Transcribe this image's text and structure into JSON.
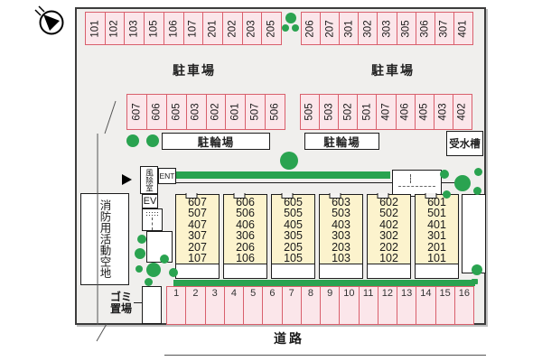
{
  "colors": {
    "site_bg": "#f0efed",
    "parking_fill": "#fbe6ea",
    "parking_border": "#d95f6c",
    "unit_fill": "#fcf3cd",
    "green": "#2aa350",
    "line": "#1c1c1c"
  },
  "parking_top": {
    "left_spaces": [
      "101",
      "102",
      "103",
      "105",
      "106",
      "107",
      "201",
      "202",
      "203",
      "205"
    ],
    "right_spaces": [
      "206",
      "207",
      "301",
      "302",
      "303",
      "305",
      "306",
      "307",
      "401"
    ],
    "left_label": "駐車場",
    "right_label": "駐車場"
  },
  "parking_mid": {
    "left_spaces": [
      "607",
      "606",
      "605",
      "603",
      "602",
      "601",
      "507",
      "506"
    ],
    "right_spaces": [
      "505",
      "503",
      "502",
      "501",
      "407",
      "406",
      "405",
      "403",
      "402"
    ]
  },
  "bicycle": {
    "left_label": "駐輪場",
    "right_label": "駐輪場"
  },
  "water_tank_label": "受水槽",
  "entrance": {
    "windbreak_label": "風除室",
    "ent_label": "ENT",
    "elevator_label": "EV"
  },
  "fire_space_label": "消防用活動空地",
  "building": {
    "columns": [
      [
        "607",
        "507",
        "407",
        "307",
        "207",
        "107"
      ],
      [
        "606",
        "506",
        "406",
        "306",
        "206",
        "106"
      ],
      [
        "605",
        "505",
        "405",
        "305",
        "205",
        "105"
      ],
      [
        "603",
        "503",
        "403",
        "303",
        "203",
        "103"
      ],
      [
        "602",
        "502",
        "402",
        "302",
        "202",
        "102"
      ],
      [
        "601",
        "501",
        "401",
        "301",
        "201",
        "101"
      ]
    ]
  },
  "parking_bottom": {
    "spaces": [
      "1",
      "2",
      "3",
      "4",
      "5",
      "6",
      "7",
      "8",
      "9",
      "10",
      "11",
      "12",
      "13",
      "14",
      "15",
      "16"
    ]
  },
  "garbage_label": "ゴミ\n置場",
  "road_label": "道路"
}
